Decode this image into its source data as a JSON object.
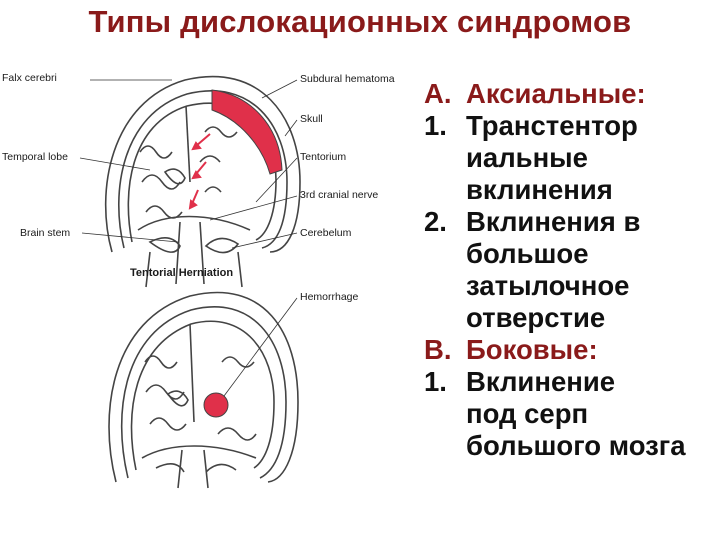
{
  "title": "Типы дислокационных синдромов",
  "figure": {
    "top_labels": {
      "falx": "Falx cerebri",
      "subdural": "Subdural hematoma",
      "skull": "Skull",
      "temporal": "Temporal lobe",
      "tentorium": "Tentorium",
      "nerve": "3rd cranial nerve",
      "brainstem": "Brain stem",
      "cerebellum": "Cerebelum"
    },
    "caption": "Tentorial Herniation",
    "bottom_labels": {
      "hemorrhage": "Hemorrhage"
    },
    "colors": {
      "lesion": "#e0304a",
      "outline": "#444444"
    }
  },
  "list": {
    "a_mark": "А.",
    "a_text": "Аксиальные:",
    "a1_mark": "1.",
    "a1_lines": [
      "Транстентор",
      "иальные",
      "вклинения"
    ],
    "a2_mark": "2.",
    "a2_lines": [
      "Вклинения в",
      "большое",
      "затылочное",
      "отверстие"
    ],
    "b_mark": "В.",
    "b_text": "Боковые:",
    "b1_mark": "1.",
    "b1_lines": [
      "Вклинение",
      "под серп",
      "большого мозга"
    ],
    "heading_color": "#8a1a1a"
  }
}
